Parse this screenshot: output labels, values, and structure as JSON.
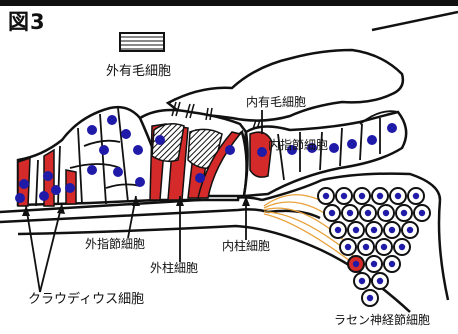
{
  "figure": {
    "title": "図3",
    "colors": {
      "outline": "#111111",
      "nucleus": "#1f1aa8",
      "hair_cell": "#d42a2a",
      "nerve_fiber": "#e8a13a",
      "background": "#ffffff"
    }
  },
  "labels": {
    "outer_hair_cell_legend": "外有毛細胞",
    "inner_hair_cell": "内有毛細胞",
    "inner_phalangeal_cell": "内指節細胞",
    "outer_phalangeal_cell": "外指節細胞",
    "outer_pillar_cell": "外柱細胞",
    "inner_pillar_cell": "内柱細胞",
    "claudius_cell": "クラウディウス細胞",
    "spiral_ganglion_cell": "ラセン神経節細胞"
  },
  "icons": {
    "legend_swatch": "hatched-rectangle-icon"
  }
}
